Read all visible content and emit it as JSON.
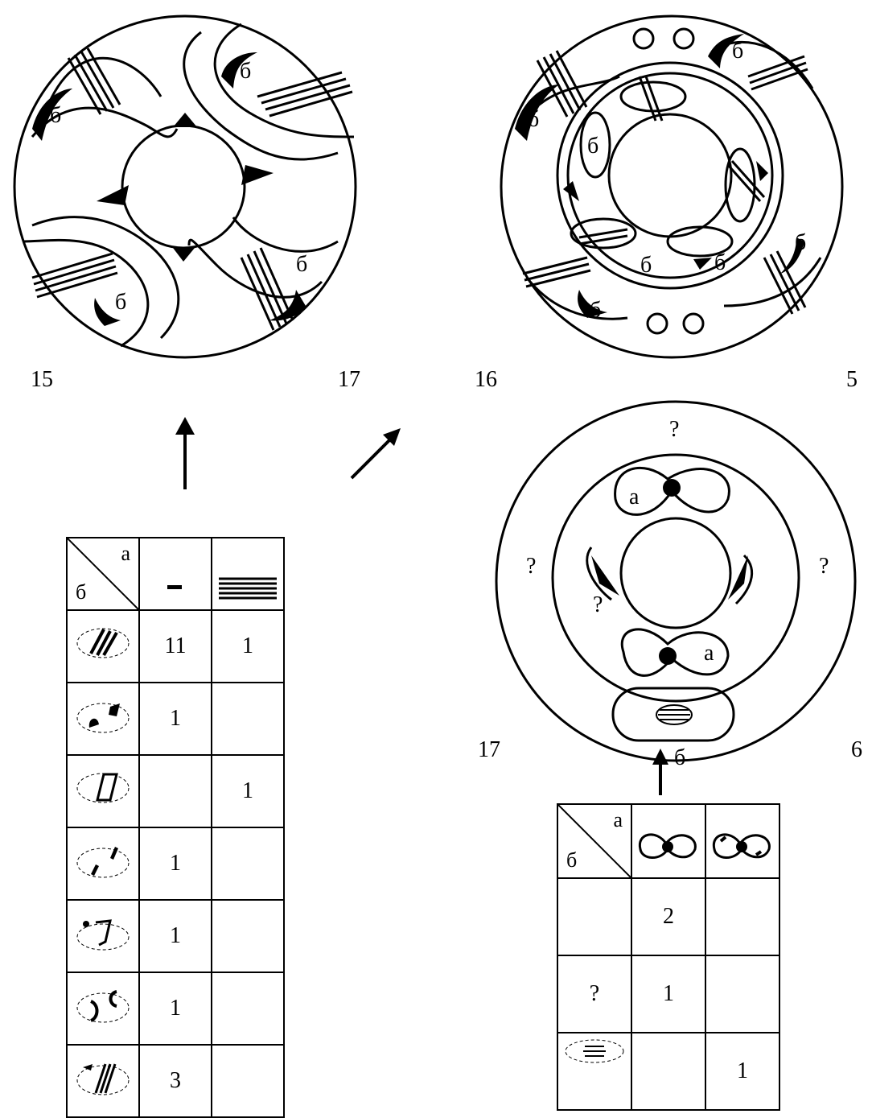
{
  "disc_labels": {
    "top_left_left": "15",
    "top_left_right": "17",
    "top_right_left": "16",
    "top_right_right": "5",
    "bottom_right_left": "17",
    "bottom_right_right": "6"
  },
  "motif_letters": {
    "a": "а",
    "b": "б",
    "unknown": "?"
  },
  "left_table": {
    "header_a": "а",
    "header_b": "б",
    "rows": [
      {
        "c1": "11",
        "c2": "1"
      },
      {
        "c1": "1",
        "c2": ""
      },
      {
        "c1": "",
        "c2": "1"
      },
      {
        "c1": "1",
        "c2": ""
      },
      {
        "c1": "1",
        "c2": ""
      },
      {
        "c1": "1",
        "c2": ""
      },
      {
        "c1": "3",
        "c2": ""
      }
    ]
  },
  "right_table": {
    "header_a": "а",
    "header_b": "б",
    "arrow_label": "б",
    "rows": [
      {
        "c0": "",
        "c1": "2",
        "c2": ""
      },
      {
        "c0": "?",
        "c1": "1",
        "c2": ""
      },
      {
        "c0": "",
        "c1": "",
        "c2": "1"
      }
    ]
  }
}
